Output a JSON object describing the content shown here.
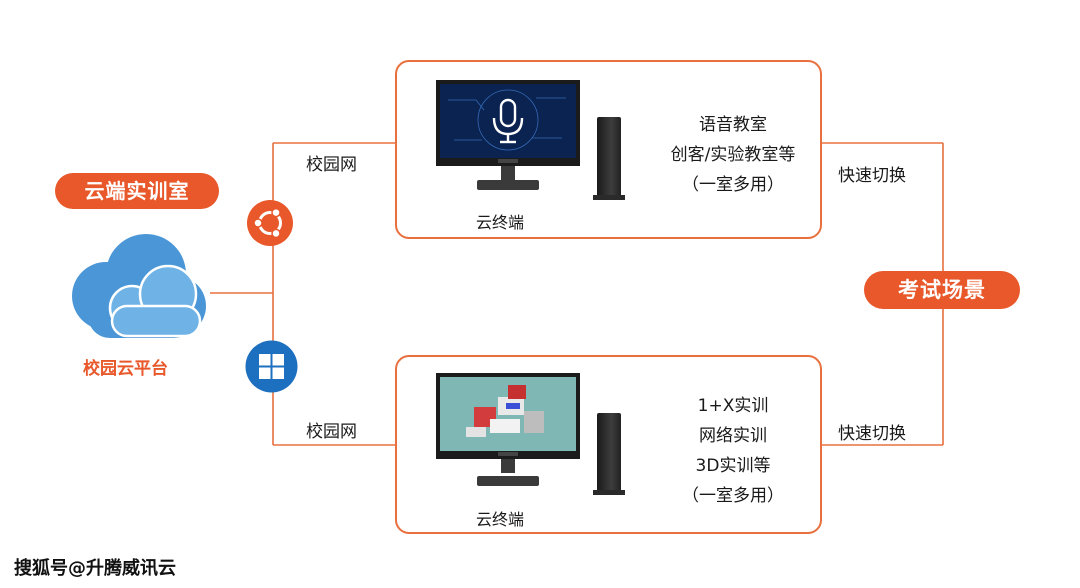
{
  "left_badge": "云端实训室",
  "platform_label": "校园云平台",
  "right_badge": "考试场景",
  "net_label_top": "校园网",
  "net_label_bottom": "校园网",
  "switch_label_top": "快速切换",
  "switch_label_bottom": "快速切换",
  "top_panel": {
    "lines": [
      "语音教室",
      "创客/实验教室等",
      "（一室多用）"
    ],
    "device_caption": "云终端"
  },
  "bottom_panel": {
    "lines": [
      "1+X实训",
      "网络实训",
      "3D实训等",
      "（一室多用）"
    ],
    "device_caption": "云终端"
  },
  "watermark": "搜狐号@升腾威讯云",
  "colors": {
    "accent": "#e8582a",
    "cloud": "#4a96d6",
    "windows": "#1d6fbf"
  },
  "icons": [
    "cloud-icon",
    "ubuntu-icon",
    "windows-icon",
    "microphone-icon",
    "monitor-icon",
    "thin-client-icon"
  ]
}
